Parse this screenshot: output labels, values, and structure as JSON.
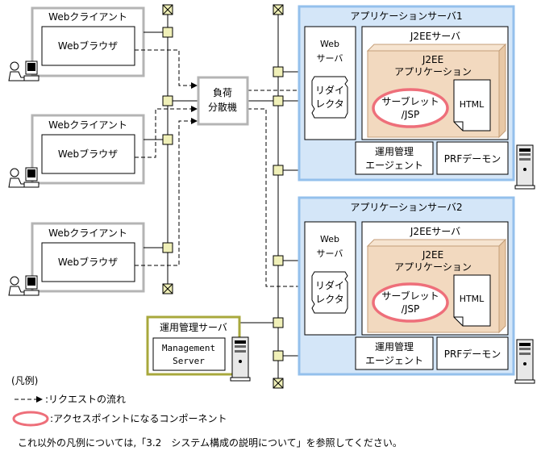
{
  "clients": [
    {
      "label": "Webクライアント",
      "browser": "Webブラウザ"
    },
    {
      "label": "Webクライアント",
      "browser": "Webブラウザ"
    },
    {
      "label": "Webクライアント",
      "browser": "Webブラウザ"
    }
  ],
  "load_balancer": {
    "line1": "負荷",
    "line2": "分散機"
  },
  "app_servers": [
    {
      "title": "アプリケーションサーバ1",
      "web_server": {
        "line1": "Web",
        "line2": "サーバ"
      },
      "redirector": {
        "line1": "リダイ",
        "line2": "レクタ"
      },
      "j2ee_server": "J2EEサーバ",
      "j2ee_app": {
        "line1": "J2EE",
        "line2": "アプリケーション"
      },
      "servlet": {
        "line1": "サーブレット",
        "line2": "/JSP"
      },
      "html": "HTML",
      "mgmt_agent": {
        "line1": "運用管理",
        "line2": "エージェント"
      },
      "prf": "PRFデーモン"
    },
    {
      "title": "アプリケーションサーバ2",
      "web_server": {
        "line1": "Web",
        "line2": "サーバ"
      },
      "redirector": {
        "line1": "リダイ",
        "line2": "レクタ"
      },
      "j2ee_server": "J2EEサーバ",
      "j2ee_app": {
        "line1": "J2EE",
        "line2": "アプリケーション"
      },
      "servlet": {
        "line1": "サーブレット",
        "line2": "/JSP"
      },
      "html": "HTML",
      "mgmt_agent": {
        "line1": "運用管理",
        "line2": "エージェント"
      },
      "prf": "PRFデーモン"
    }
  ],
  "mgmt_server": {
    "title": "運用管理サーバ",
    "inner": {
      "line1": "Management",
      "line2": "Server"
    }
  },
  "legend": {
    "heading": "(凡例)",
    "request_flow": ":リクエストの流れ",
    "access_point": ":アクセスポイントになるコンポーネント",
    "note": "これ以外の凡例については,「3.2　システム構成の説明について」を参照してください。"
  },
  "colors": {
    "client_border": "#b4b4b4",
    "server_bg": "#d4e6f8",
    "server_border": "#94c0ec",
    "j2ee_app_bg": "#f2d9bf",
    "j2ee_app_border": "#c49e78",
    "access_ring": "#ee6f7a",
    "mgmt_border": "#a8a83c",
    "node": "#f0f0b8"
  }
}
